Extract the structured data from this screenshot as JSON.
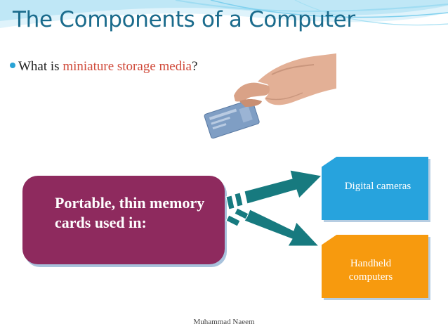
{
  "slide": {
    "title": "The Components of a Computer",
    "bullet": {
      "prefix": "What is ",
      "highlight": "miniature storage media",
      "suffix": "?"
    },
    "source_text": "Portable, thin memory cards used in:",
    "targets": {
      "cameras": "Digital cameras",
      "computers": "Handheld computers"
    },
    "footer": "Muhammad Naeem"
  },
  "colors": {
    "title": "#1a6b8c",
    "highlight": "#d04a3a",
    "source_box": "#8e2a5e",
    "cameras_box": "#27a3dd",
    "computers_box": "#f79a0e",
    "arrow": "#177a7f"
  },
  "icons": [
    "hand-holding-memory-card-image",
    "arrow-icon"
  ]
}
